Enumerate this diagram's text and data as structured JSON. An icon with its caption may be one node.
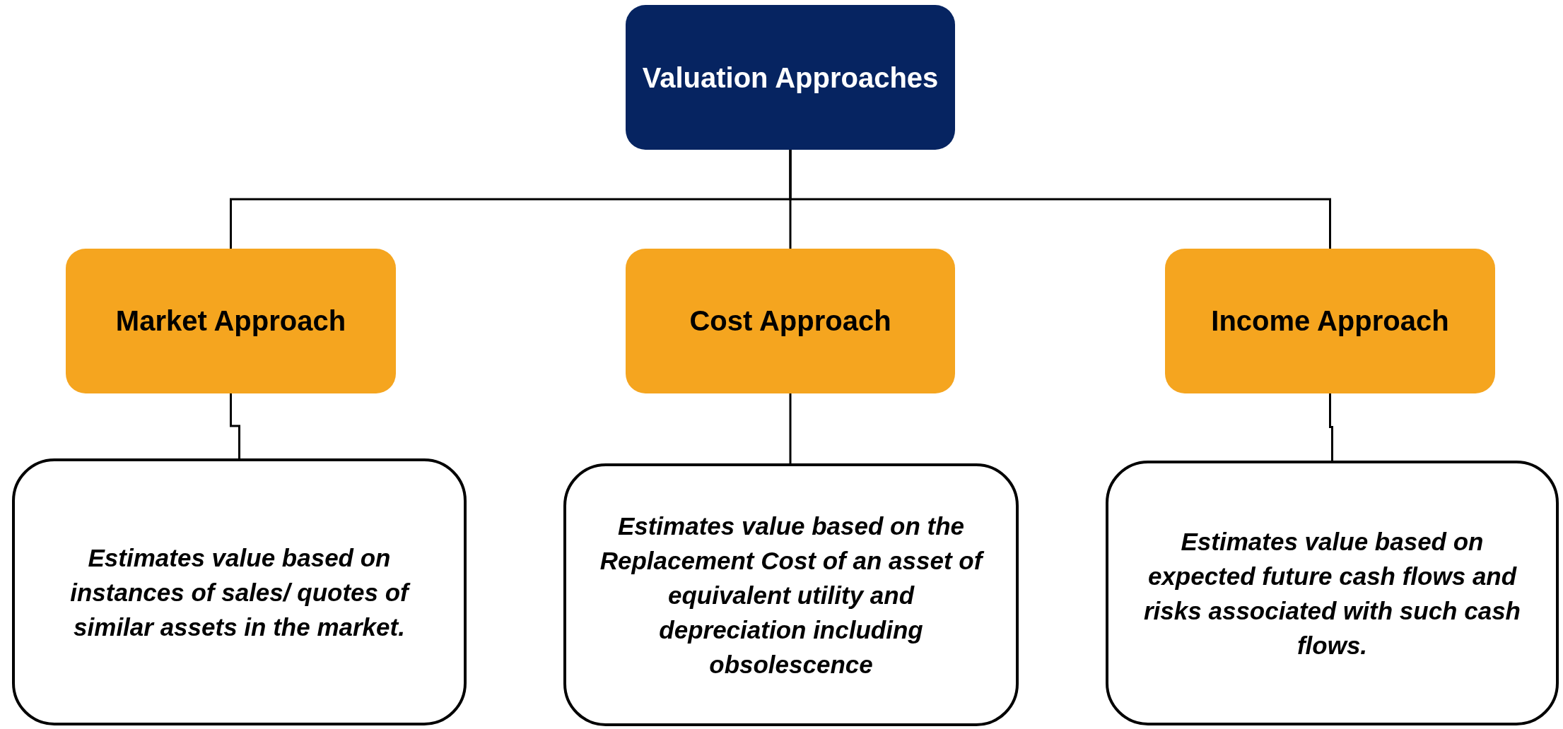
{
  "diagram": {
    "nodes": [
      {
        "text": [
          "Valuation Approaches"
        ]
      },
      {
        "text": [
          "Market Approach"
        ]
      },
      {
        "text": [
          "Cost Approach"
        ]
      },
      {
        "text": [
          "Income Approach"
        ]
      },
      {
        "text": [
          "Estimates value based on instances of sales/ quotes of similar assets in the market."
        ]
      },
      {
        "text": [
          "Estimates value based on the Replacement Cost of an asset of equivalent utility and depreciation including obsolescence"
        ]
      },
      {
        "text": [
          "Estimates value based on expected future cash flows and risks associated with such cash flows."
        ]
      }
    ],
    "edges": [
      {
        "from": 0,
        "to": 1,
        "arrow": "none"
      },
      {
        "from": 0,
        "to": 2,
        "arrow": "none"
      },
      {
        "from": 0,
        "to": 3,
        "arrow": "none"
      },
      {
        "from": 1,
        "to": 4,
        "arrow": "none"
      },
      {
        "from": 2,
        "to": 5,
        "arrow": "none"
      },
      {
        "from": 3,
        "to": 6,
        "arrow": "none"
      }
    ]
  }
}
